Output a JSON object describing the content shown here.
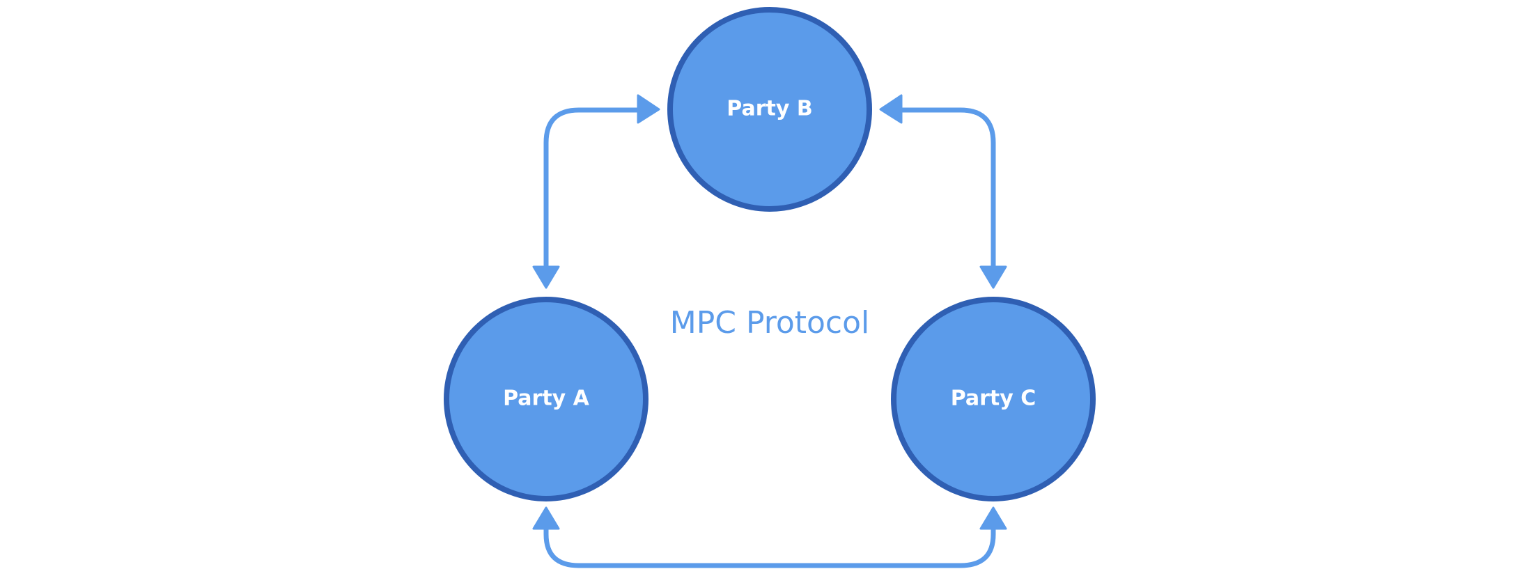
{
  "diagram": {
    "center_label": "MPC Protocol",
    "parties": {
      "a": {
        "label": "Party A"
      },
      "b": {
        "label": "Party B"
      },
      "c": {
        "label": "Party C"
      }
    },
    "connections": [
      {
        "from": "Party A",
        "to": "Party B",
        "direction": "bidirectional"
      },
      {
        "from": "Party B",
        "to": "Party C",
        "direction": "bidirectional"
      },
      {
        "from": "Party A",
        "to": "Party C",
        "direction": "bidirectional"
      }
    ]
  },
  "colors": {
    "node_fill": "#5b9bea",
    "node_stroke": "#2f5fb3",
    "connector": "#5b9bea",
    "node_text": "#ffffff",
    "center_text": "#5b9bea"
  }
}
